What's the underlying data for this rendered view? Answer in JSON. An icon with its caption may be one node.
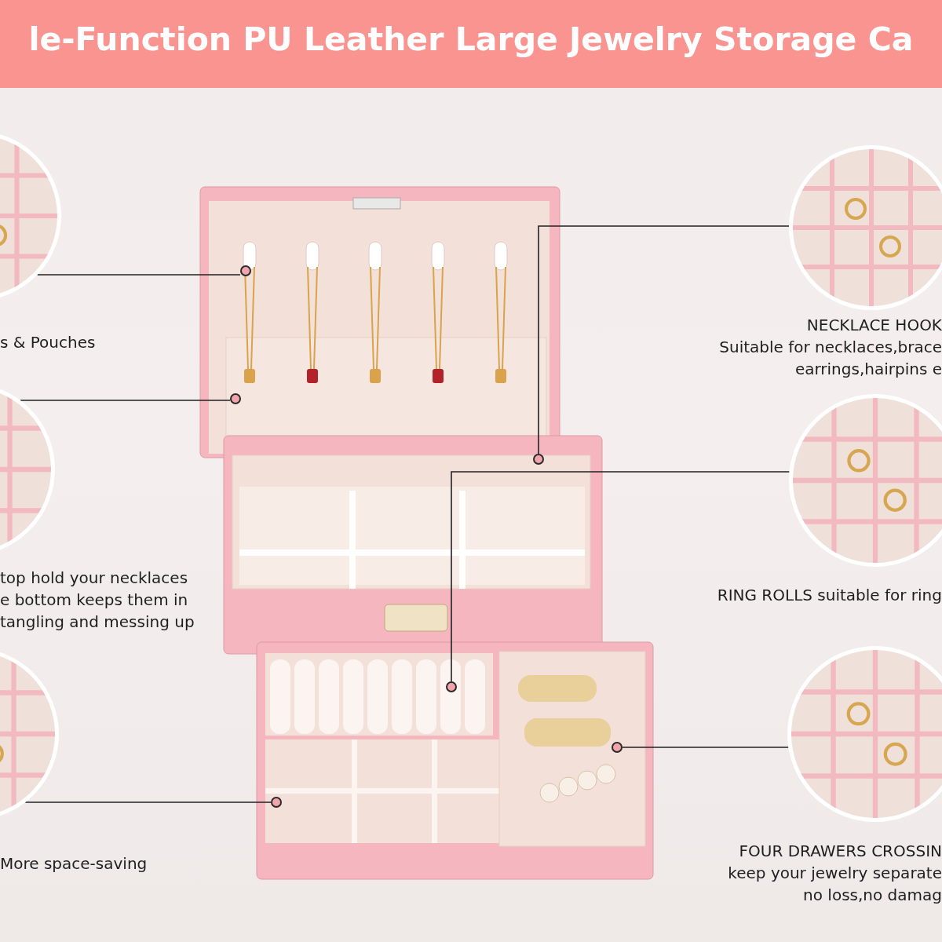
{
  "diagram": {
    "title": "le-Function PU Leather Large Jewelry Storage Ca",
    "nodes": [
      {
        "text": [],
        "shape": "picture",
        "beside": [
          "s & Pouches"
        ]
      },
      {
        "text": [],
        "shape": "picture",
        "beside": [
          "top hold your necklaces e bottom keeps them in tangling and messing up"
        ]
      },
      {
        "text": [],
        "shape": "picture",
        "beside": [
          "More space-saving"
        ]
      },
      {
        "text": [],
        "shape": "picture",
        "beside": [
          "NECKLACE HOOK",
          "Suitable for necklaces,brace earrings,hairpins e"
        ]
      },
      {
        "text": [],
        "shape": "picture",
        "beside": [
          "RING ROLLS suitable for ring"
        ]
      },
      {
        "text": [],
        "shape": "picture",
        "beside": [
          "FOUR DRAWERS CROSSIN",
          "keep your jewelry separate no loss,no damag"
        ]
      },
      {
        "text": [],
        "shape": "circle"
      },
      {
        "text": [],
        "shape": "circle"
      },
      {
        "text": [],
        "shape": "circle"
      },
      {
        "text": [],
        "shape": "circle"
      },
      {
        "text": [],
        "shape": "circle"
      },
      {
        "text": [],
        "shape": "circle"
      }
    ],
    "edges": [
      {
        "from": 0,
        "to": 6,
        "arrow": "none"
      },
      {
        "from": 1,
        "to": 7,
        "arrow": "none"
      },
      {
        "from": 2,
        "to": 8,
        "arrow": "none"
      },
      {
        "from": 3,
        "to": 9,
        "arrow": "none"
      },
      {
        "from": 4,
        "to": 10,
        "arrow": "none"
      },
      {
        "from": 5,
        "to": 11,
        "arrow": "none"
      }
    ]
  }
}
